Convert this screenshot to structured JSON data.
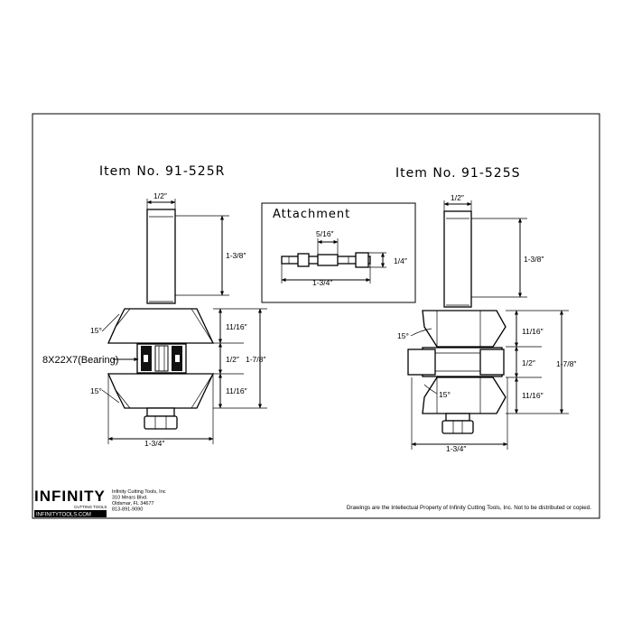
{
  "item_r": {
    "title": "Item No. 91-525R",
    "shank_width": "1/2″",
    "shank_length": "1-3/8″",
    "angle_top": "15°",
    "angle_bottom": "15°",
    "bearing": "8X22X7(Bearing)",
    "cut_top": "11/16″",
    "cut_middle": "1/2″",
    "cut_bottom": "11/16″",
    "overall_height": "1-7/8″",
    "overall_diameter": "1-3/4″"
  },
  "item_s": {
    "title": "Item No. 91-525S",
    "shank_width": "1/2″",
    "shank_length": "1-3/8″",
    "angle_top": "15°",
    "angle_bottom": "15°",
    "cut_top": "11/16″",
    "cut_middle": "1/2″",
    "cut_bottom": "11/16″",
    "overall_height": "1-7/8″",
    "overall_diameter": "1-3/4″"
  },
  "attachment": {
    "title": "Attachment",
    "width_label": "5/16″",
    "height_label": "1/4″",
    "length_label": "1-3/4″"
  },
  "company": {
    "logo_text": "INFINITY",
    "logo_sub": "CUTTING TOOLS",
    "website": "INFINITYTOOLS.COM",
    "name": "Infinity Cutting Tools, Inc",
    "address1": "310 Mears Blvd.",
    "address2": "Oldsmar, FL 34677",
    "phone": "813-891-9090"
  },
  "footer": {
    "notice": "Drawings are the Intellectual Property of Infinity Cutting Tools, Inc. Not to be distributed or copied."
  }
}
